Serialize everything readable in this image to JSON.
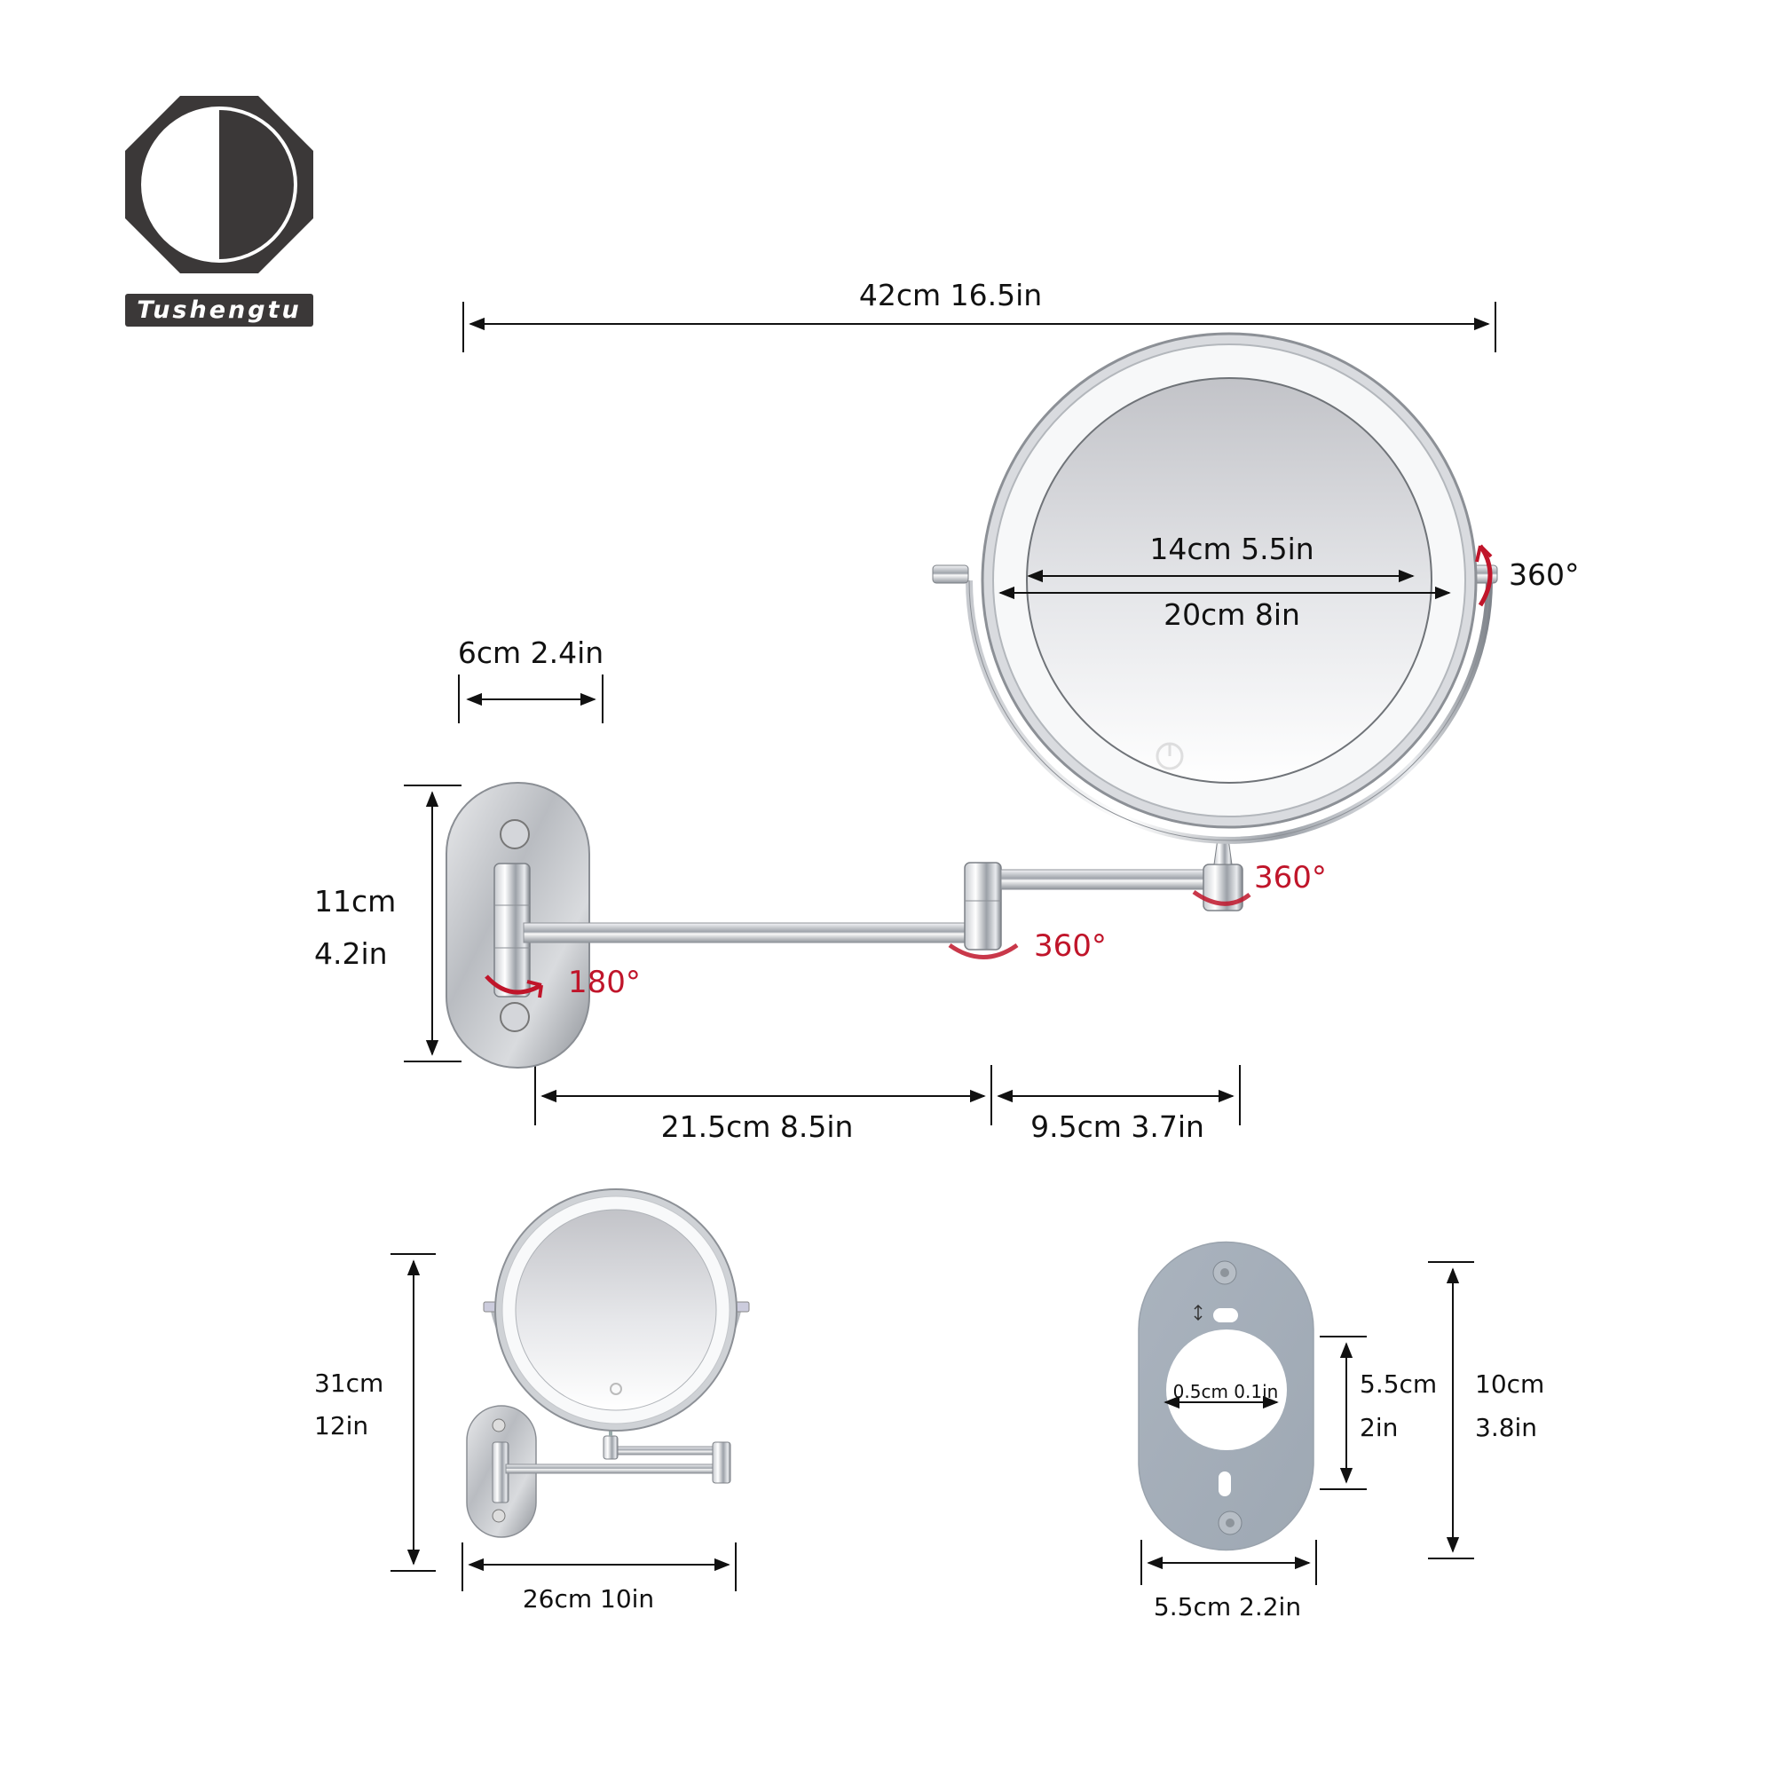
{
  "brand": {
    "name": "Tushengtu",
    "logo_icon": "octagon-half-circle-logo-icon",
    "colors": {
      "logo_dark": "#3b3838",
      "accent_red": "#c0152a",
      "chrome": "#c9ccd2",
      "plate_metal": "#a9b2bd"
    }
  },
  "main_view": {
    "overall_length": "42cm 16.5in",
    "mirror_inner_diameter": "14cm 5.5in",
    "mirror_outer_diameter": "20cm 8in",
    "mirror_tilt_rotation": "360°",
    "plate_width": "6cm 2.4in",
    "plate_height_cm": "11cm",
    "plate_height_in": "4.2in",
    "plate_swivel_rotation": "180°",
    "elbow_rotation": "360°",
    "neck_rotation": "360°",
    "arm_long_length": "21.5cm 8.5in",
    "arm_short_length": "9.5cm 3.7in"
  },
  "compact_view": {
    "height_cm": "31cm",
    "height_in": "12in",
    "width": "26cm 10in"
  },
  "mounting_plate_view": {
    "hole_diameter": "0.5cm 0.1in",
    "hole_spacing_cm": "5.5cm",
    "hole_spacing_in": "2in",
    "height_cm": "10cm",
    "height_in": "3.8in",
    "width": "5.5cm 2.2in"
  }
}
